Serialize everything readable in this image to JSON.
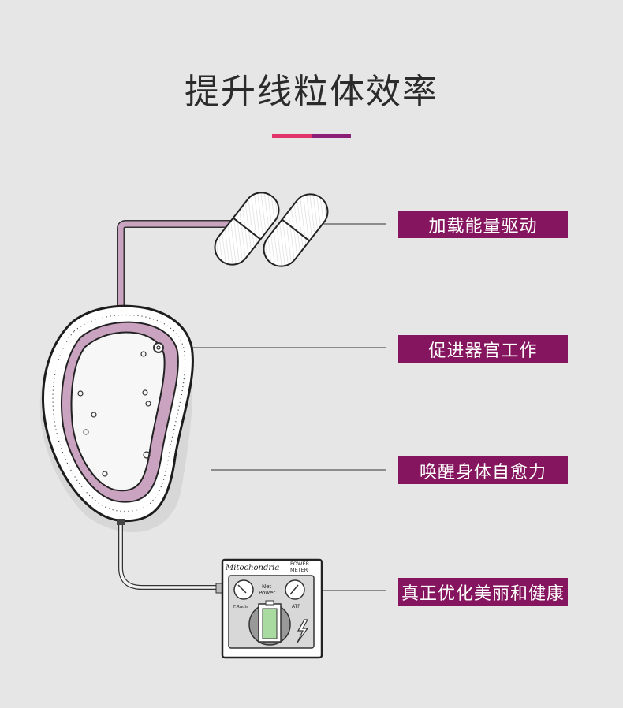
{
  "title": "提升线粒体效率",
  "colors": {
    "background": "#e7e6e7",
    "divider_left": "#e0366c",
    "divider_right": "#8b1e76",
    "label_bg": "#85155e",
    "tube": "#c9a3c0"
  },
  "labels": [
    {
      "text": "加载能量驱动"
    },
    {
      "text": "促进器官工作"
    },
    {
      "text": "唤醒身体自愈力"
    },
    {
      "text": "真正优化美丽和健康"
    }
  ],
  "meter": {
    "brand": "Mitochondria",
    "title_line1": "POWER",
    "title_line2": "METER",
    "left_gauge": "F.Radis",
    "center_line1": "Net",
    "center_line2": "Power",
    "right_gauge": "ATP"
  }
}
